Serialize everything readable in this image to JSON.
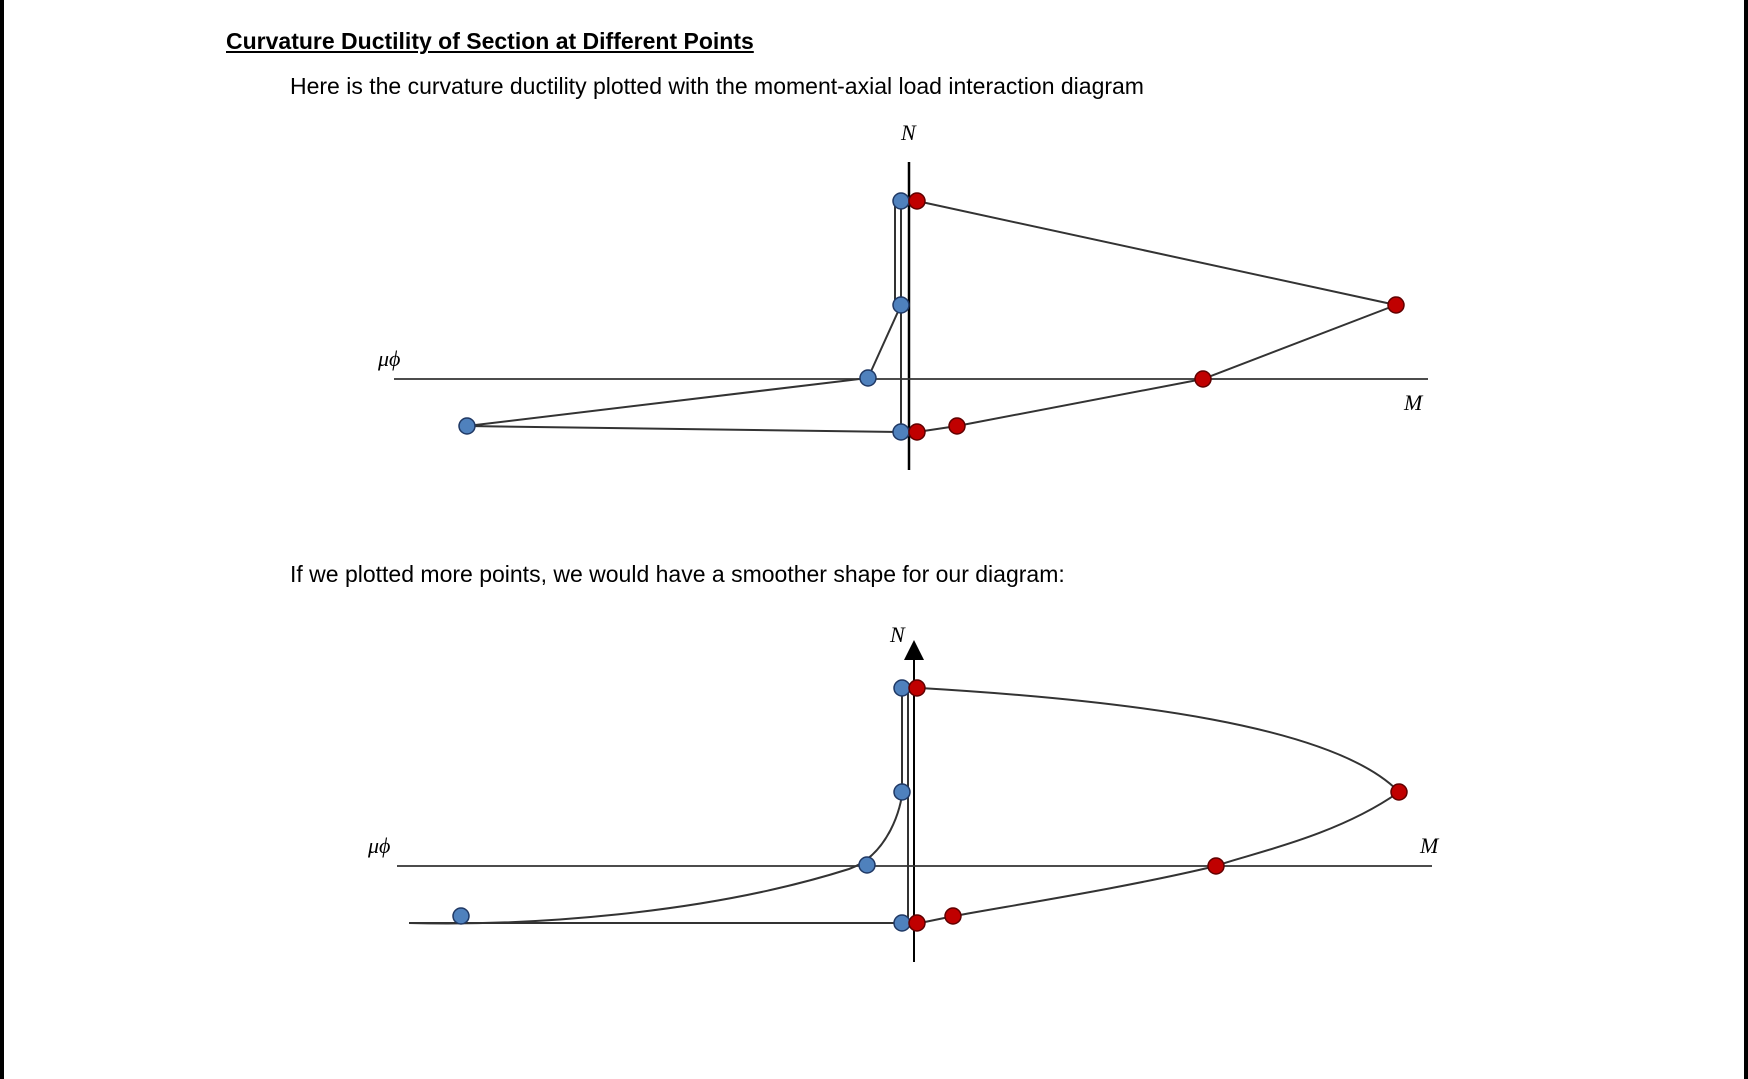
{
  "heading": "Curvature Ductility of Section at Different Points",
  "paragraph_1": "Here is the curvature ductility plotted with the moment-axial load interaction diagram",
  "paragraph_2": "If we plotted more points, we would have a smoother shape for our diagram:",
  "diagram_1": {
    "y_axis_label": "N",
    "x_axis_label": "M",
    "left_axis_label": "μϕ"
  },
  "diagram_2": {
    "y_axis_label": "N",
    "x_axis_label": "M",
    "left_axis_label": "μϕ"
  },
  "colors": {
    "ductility_point": "#4f81bd",
    "interaction_point": "#c00000",
    "line": "#333333"
  }
}
